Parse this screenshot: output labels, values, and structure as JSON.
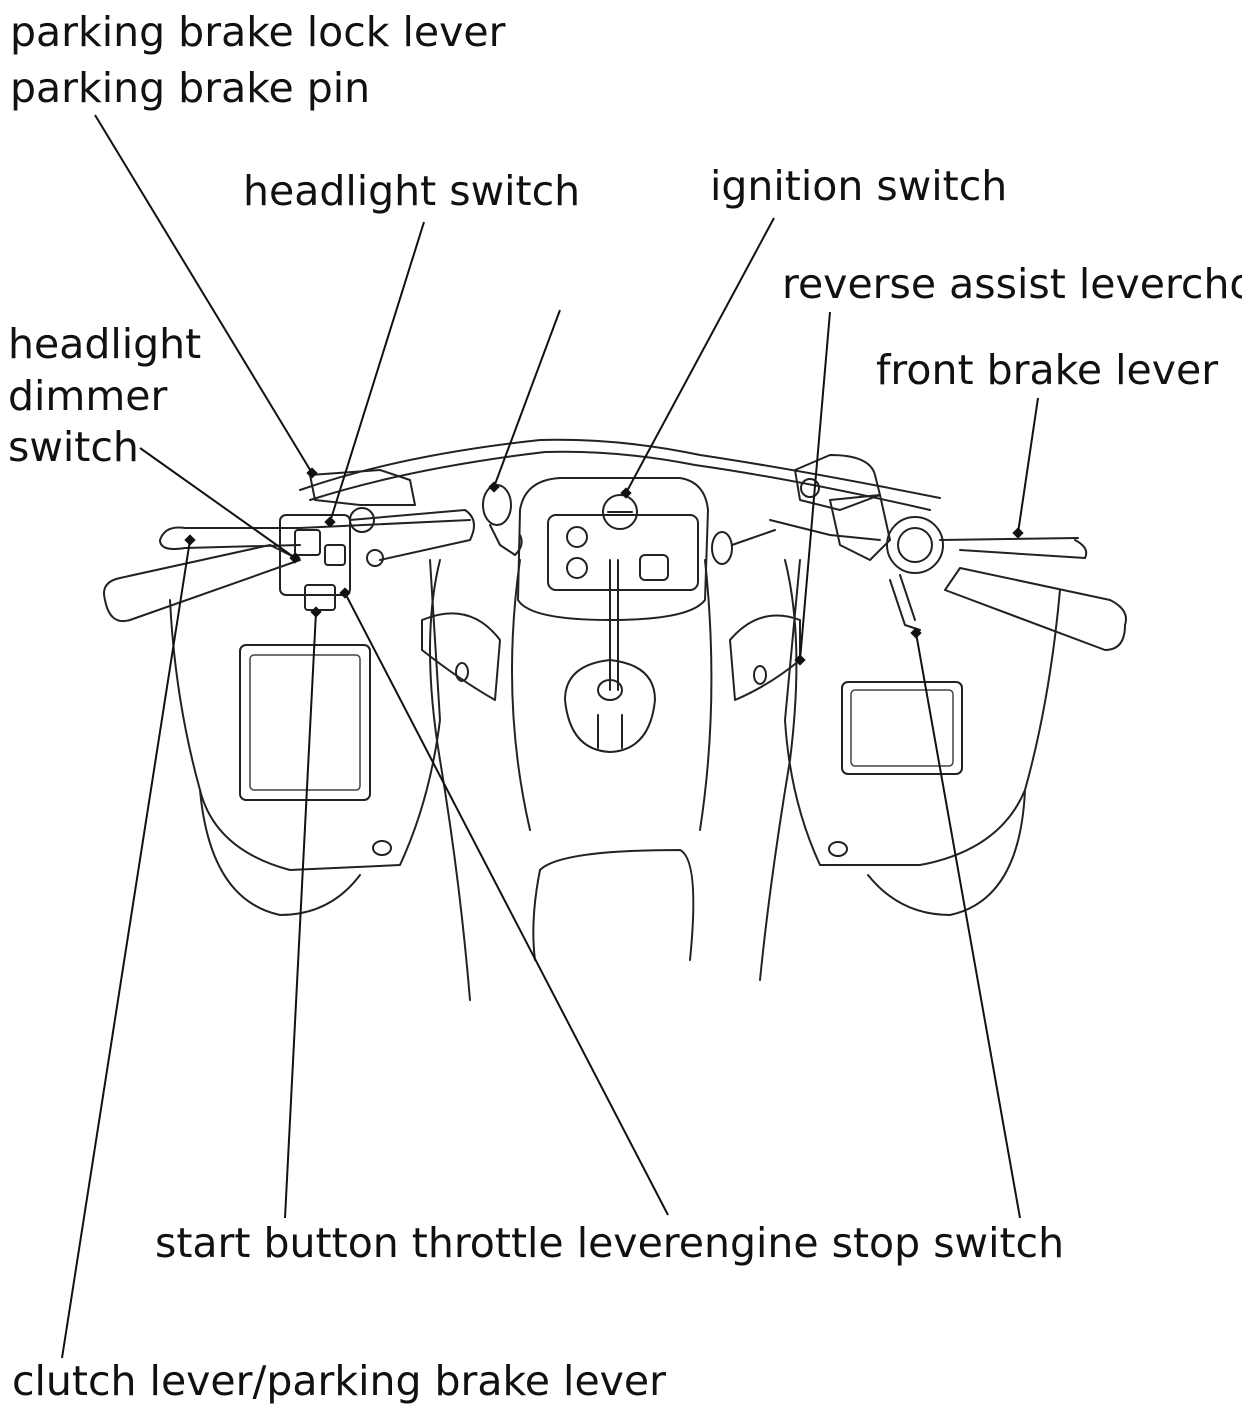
{
  "labels": {
    "parking_brake_lock_lever": "parking brake lock lever",
    "parking_brake_pin": "parking brake pin",
    "headlight_switch": "headlight switch",
    "ignition_switch": "ignition switch",
    "reverse_assist_choke": "reverse assist leverchok",
    "front_brake_lever": "front brake lever",
    "headlight_dimmer_line1": "headlight",
    "headlight_dimmer_line2": "dimmer",
    "headlight_dimmer_line3": "switch",
    "bottom_row": "start button throttle leverengine stop switch",
    "clutch_lever": "clutch lever/parking brake lever"
  }
}
